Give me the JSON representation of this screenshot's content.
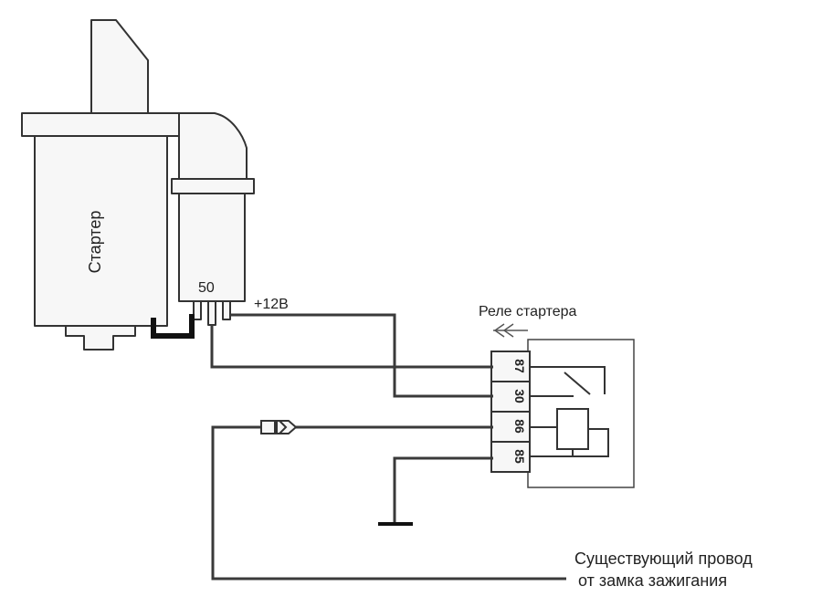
{
  "starter": {
    "label": "Стартер",
    "terminal_label": "50",
    "plus_label": "+12В"
  },
  "relay": {
    "title": "Реле стартера",
    "pins": [
      "87",
      "30",
      "86",
      "85"
    ]
  },
  "wire_note": {
    "line1": "Существующий провод",
    "line2": "от замка зажигания"
  },
  "colors": {
    "line": "#333333",
    "wire": "#3a3a3a",
    "body_fill": "#f7f7f7",
    "background": "#ffffff"
  }
}
